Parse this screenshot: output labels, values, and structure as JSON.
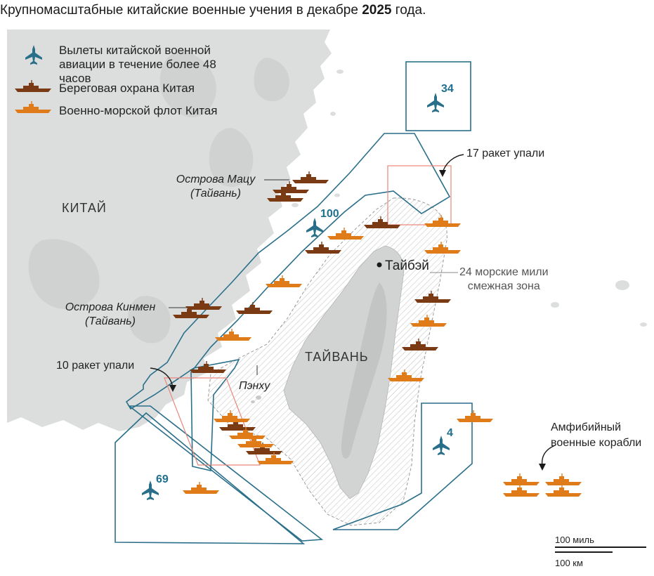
{
  "title": {
    "text_start": "Крупномасштабные китайские военные учения в декабре ",
    "text_bold": "2025",
    "text_end": " года."
  },
  "legend": {
    "aircraft": "Вылеты китайской военной авиации в течение более 48 часов",
    "coast_guard": "Береговая охрана Китая",
    "navy": "Военно-морской флот Китая"
  },
  "places": {
    "china": "КИТАЙ",
    "taiwan": "ТАЙВАНЬ",
    "taipei": "Тайбэй",
    "penghu": "Пэнху",
    "matsu_line1": "Острова Мацу",
    "matsu_line2": "(Тайвань)",
    "kinmen_line1": "Острова Кинмен",
    "kinmen_line2": "(Тайвань)"
  },
  "annotations": {
    "missiles_north": "17 ракет упали",
    "missiles_west": "10 ракет упали",
    "contiguous_line1": "24 морские мили",
    "contiguous_line2": "смежная зона",
    "amphibious_line1": "Амфибийный",
    "amphibious_line2": "военные корабли"
  },
  "zones": [
    {
      "id": "north-east",
      "aircraft_sorties": 34
    },
    {
      "id": "north-west",
      "aircraft_sorties": 100
    },
    {
      "id": "south-east",
      "aircraft_sorties": 4
    },
    {
      "id": "south-west",
      "aircraft_sorties": 69
    }
  ],
  "aircraft_count_labels": {
    "ne": "34",
    "nw": "100",
    "se": "4",
    "sw": "69"
  },
  "scale": {
    "miles": "100 миль",
    "km": "100 км"
  },
  "colors": {
    "coast_guard": "#8b4513",
    "navy": "#e07b1a",
    "zone_outline": "#2a6f8a",
    "missile_zone": "#e8867a",
    "land_china": "#d9dbdb",
    "land_taiwan": "#cfd1d1",
    "sea": "#ffffff"
  },
  "icons": {
    "aircraft": "fighter-jet-icon",
    "ship": "warship-icon"
  }
}
